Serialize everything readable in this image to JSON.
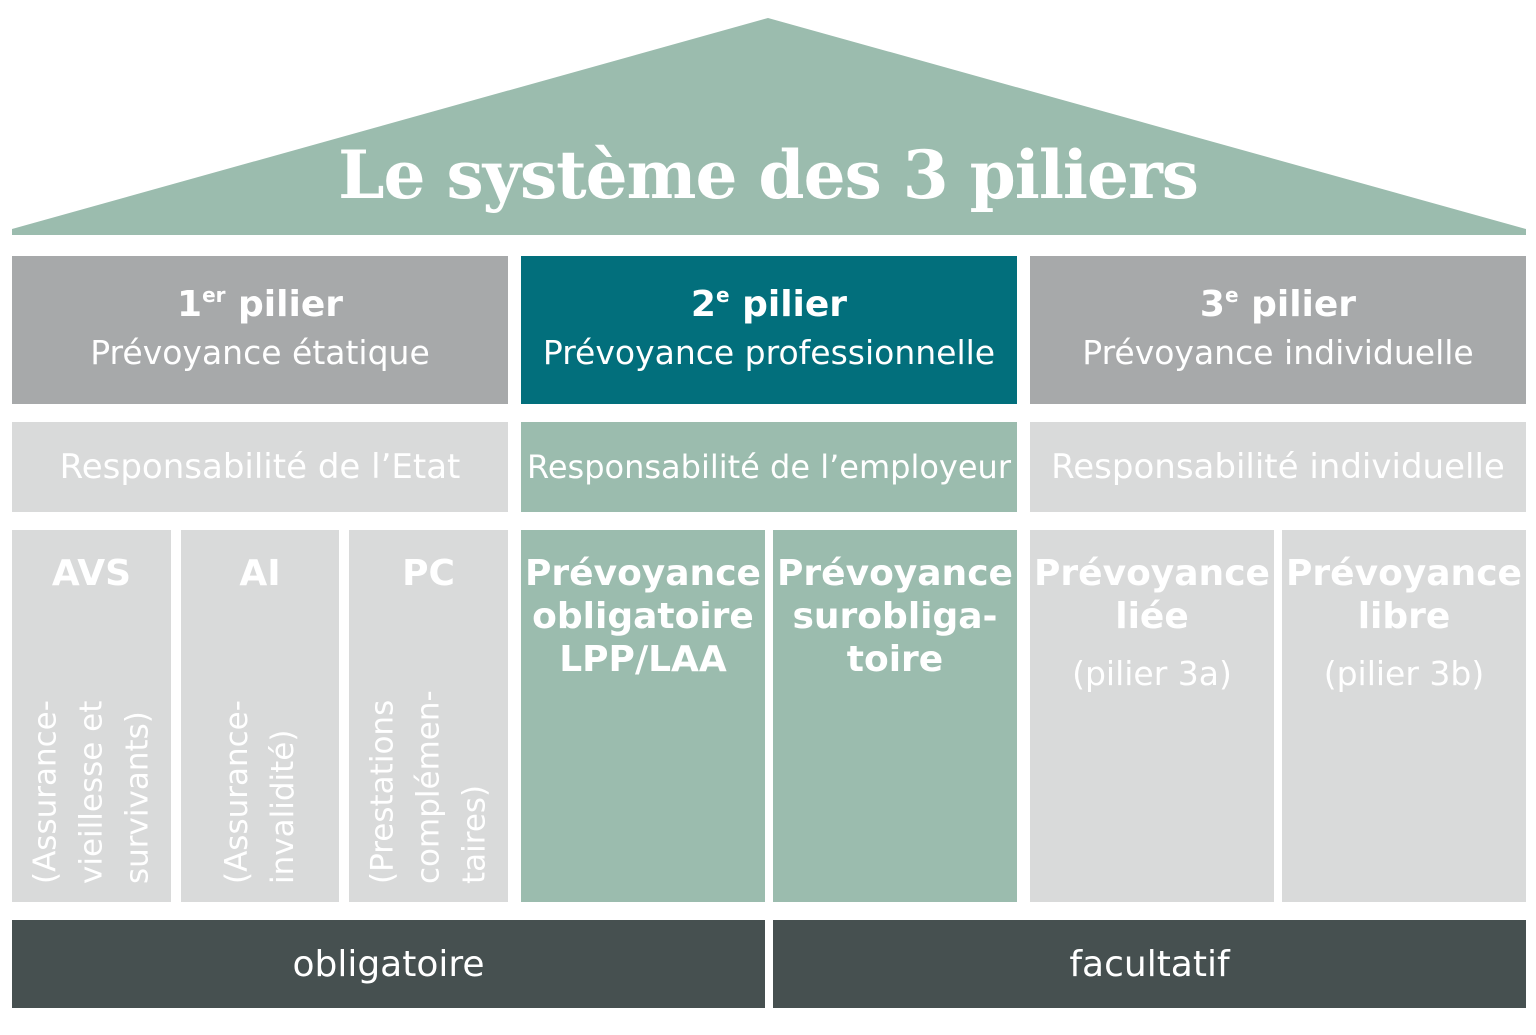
{
  "title": "Le système des 3 piliers",
  "colors": {
    "roof": "#9bbcae",
    "pillar_head_gray": "#a7a9aa",
    "pillar_head_teal": "#026f7c",
    "light_gray": "#d9dada",
    "sage": "#9bbcae",
    "footer": "#465050"
  },
  "pillars": [
    {
      "number": "1",
      "suffix": "er",
      "word": " pilier",
      "subtitle": "Prévoyance étatique",
      "responsibility": "Responsabilité de l’Etat"
    },
    {
      "number": "2",
      "suffix": "e",
      "word": " pilier",
      "subtitle": "Prévoyance professionnelle",
      "responsibility": "Responsabilité de l’employeur"
    },
    {
      "number": "3",
      "suffix": "e",
      "word": " pilier",
      "subtitle": "Prévoyance individuelle",
      "responsibility": "Responsabilité individuelle"
    }
  ],
  "columns": {
    "avs": {
      "title": "AVS",
      "detail": "(Assurance-\nvieillesse et\nsurvivants)"
    },
    "ai": {
      "title": "AI",
      "detail": "(Assurance-\ninvalidité)"
    },
    "pc": {
      "title": "PC",
      "detail": "(Prestations\ncomplémen-\ntaires)"
    },
    "obligatoire": {
      "line1": "Prévoyance",
      "line2": "obligatoire",
      "line3": "LPP/LAA"
    },
    "surobligatoire": {
      "line1": "Prévoyance",
      "line2": "surobliga-",
      "line3": "toire"
    },
    "liee": {
      "line1": "Prévoyance",
      "line2": "liée",
      "detail": "(pilier 3a)"
    },
    "libre": {
      "line1": "Prévoyance",
      "line2": "libre",
      "detail": "(pilier 3b)"
    }
  },
  "footer": {
    "left": "obligatoire",
    "right": "facultatif"
  }
}
